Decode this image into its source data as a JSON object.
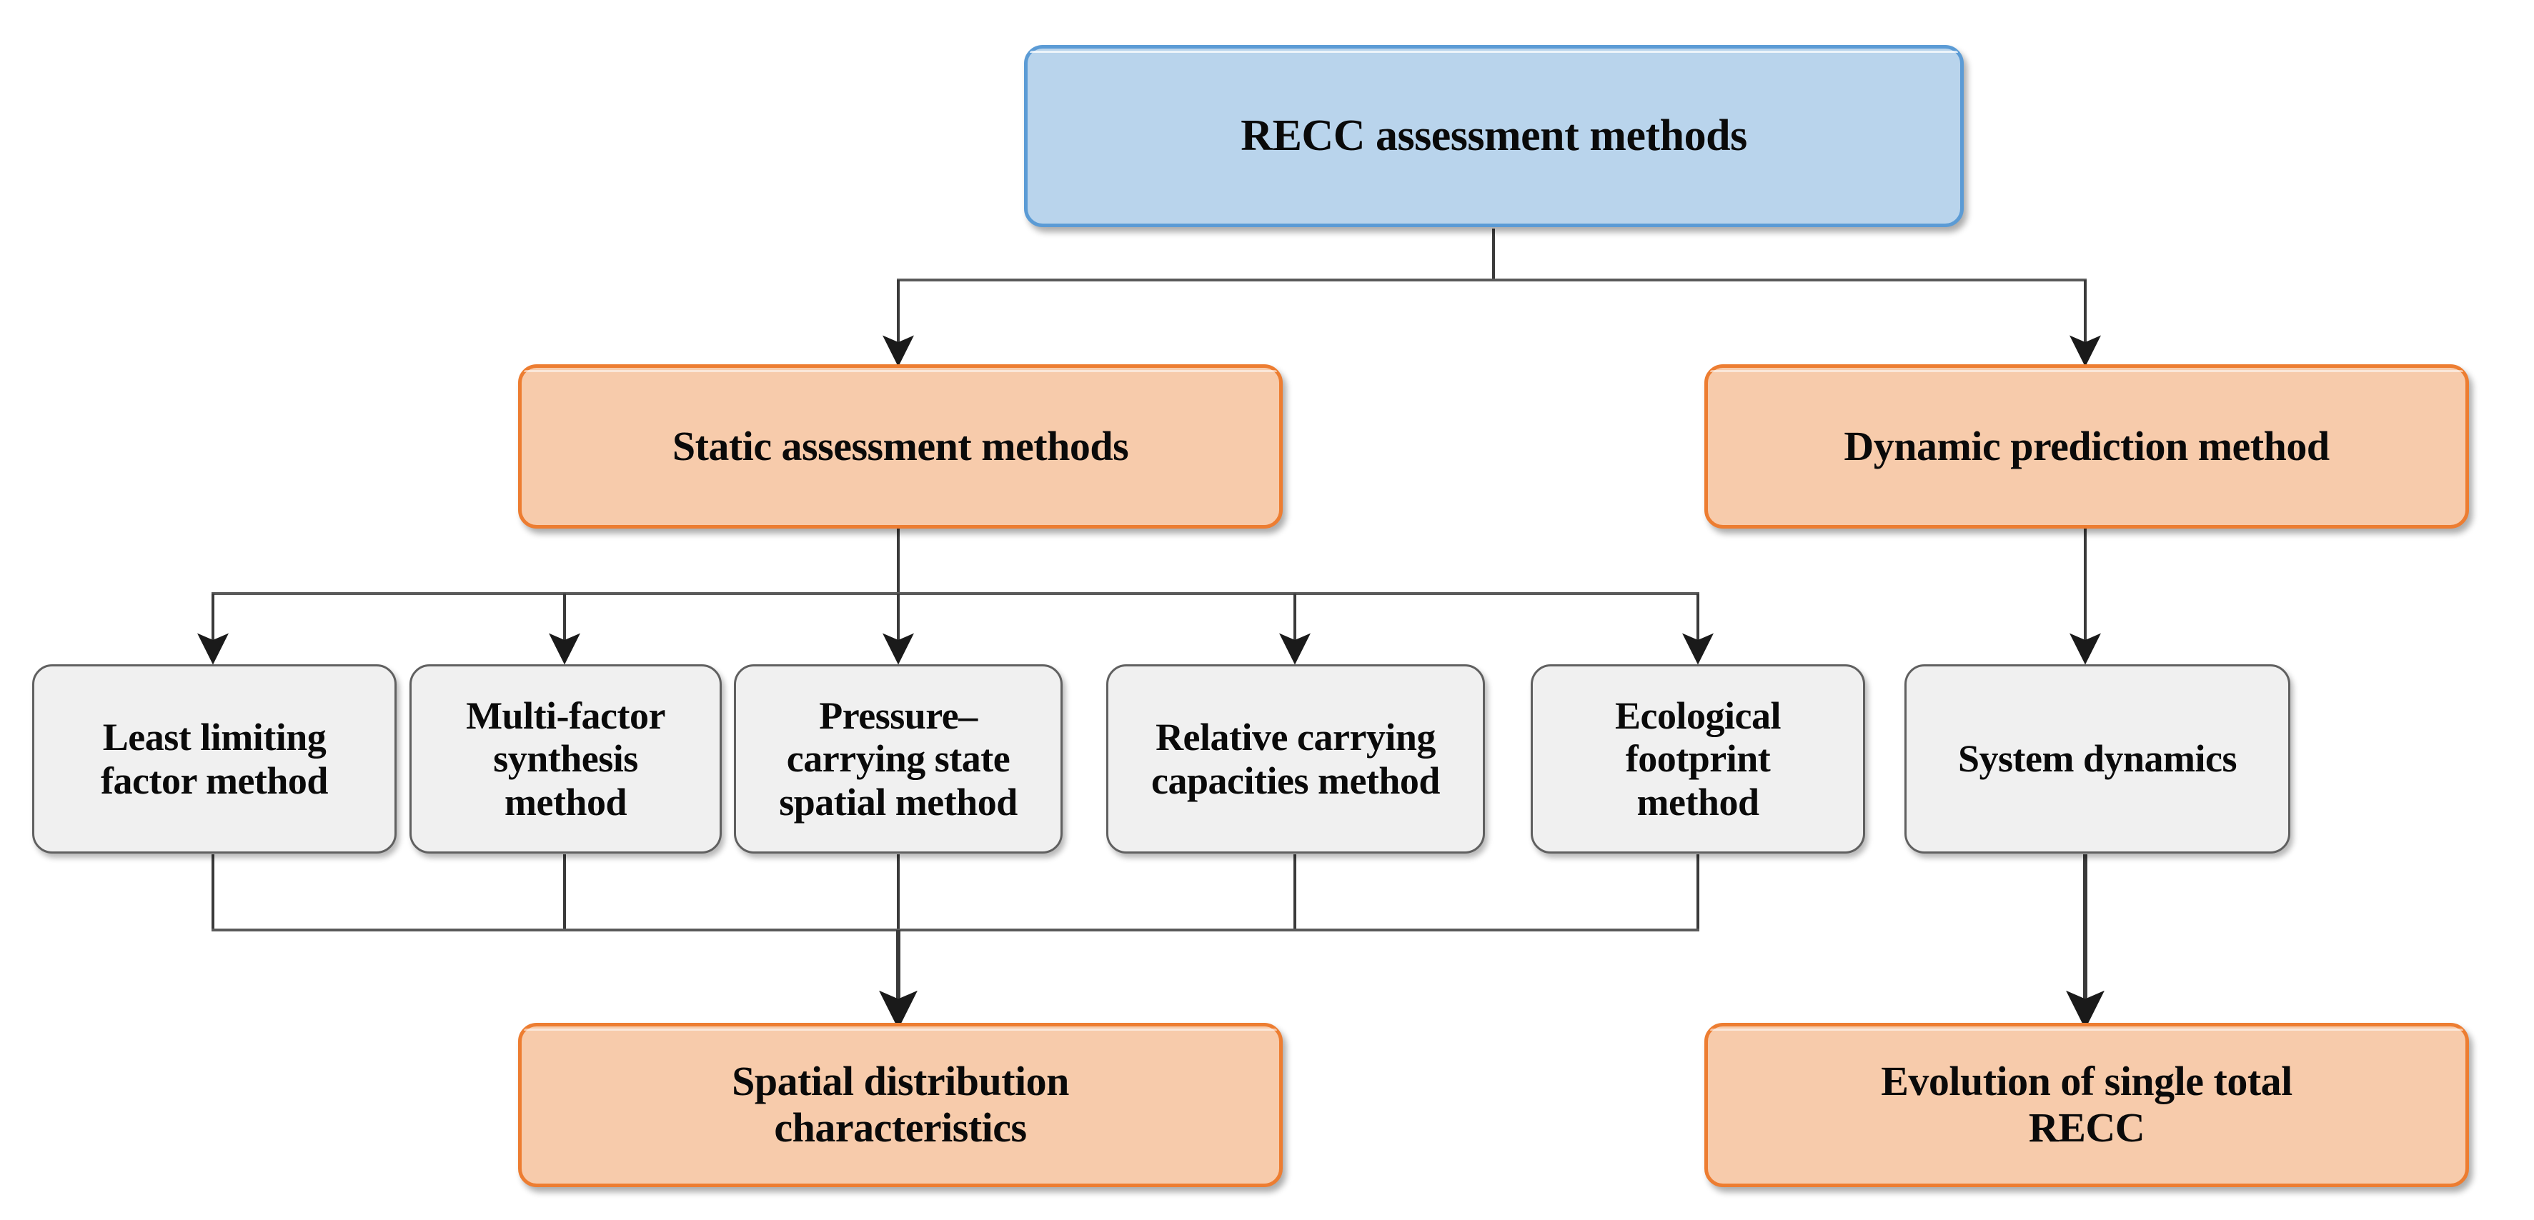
{
  "diagram": {
    "title": "RECC assessment methods",
    "type": "flowchart",
    "colors": {
      "root_fill": "#b9d4ec",
      "root_border": "#5b9bd5",
      "branch_fill": "#f7cbab",
      "branch_border": "#ed7d31",
      "leaf_fill": "#f0f0f0",
      "leaf_border": "#606060",
      "connector": "#404040",
      "text": "#0a0a0a",
      "background": "#ffffff"
    },
    "nodes": {
      "root": {
        "label": "RECC assessment methods"
      },
      "static_branch": {
        "label": "Static assessment methods"
      },
      "dynamic_branch": {
        "label": "Dynamic prediction method"
      },
      "static_methods": [
        {
          "id": "least-limiting-factor-method",
          "lines": [
            "Least limiting",
            "factor method"
          ]
        },
        {
          "id": "multi-factor-synthesis-method",
          "lines": [
            "Multi-factor",
            "synthesis",
            "method"
          ]
        },
        {
          "id": "pressure-carrying-state-spatial-method",
          "lines": [
            "Pressure–",
            "carrying state",
            "spatial method"
          ]
        },
        {
          "id": "relative-carrying-capacities-method",
          "lines": [
            "Relative carrying",
            "capacities method"
          ]
        },
        {
          "id": "ecological-footprint-method",
          "lines": [
            "Ecological",
            "footprint",
            "method"
          ]
        }
      ],
      "dynamic_methods": [
        {
          "id": "system-dynamics",
          "lines": [
            "System dynamics"
          ]
        }
      ],
      "static_outcome": {
        "lines": [
          "Spatial distribution",
          "characteristics"
        ]
      },
      "dynamic_outcome": {
        "lines": [
          "Evolution of single total",
          "RECC"
        ]
      }
    },
    "edges": [
      {
        "from": "root",
        "to": "static_branch"
      },
      {
        "from": "root",
        "to": "dynamic_branch"
      },
      {
        "from": "static_branch",
        "to": "least-limiting-factor-method"
      },
      {
        "from": "static_branch",
        "to": "multi-factor-synthesis-method"
      },
      {
        "from": "static_branch",
        "to": "pressure-carrying-state-spatial-method"
      },
      {
        "from": "static_branch",
        "to": "relative-carrying-capacities-method"
      },
      {
        "from": "static_branch",
        "to": "ecological-footprint-method"
      },
      {
        "from": "dynamic_branch",
        "to": "system-dynamics"
      },
      {
        "from": "least-limiting-factor-method",
        "to": "static_outcome"
      },
      {
        "from": "multi-factor-synthesis-method",
        "to": "static_outcome"
      },
      {
        "from": "pressure-carrying-state-spatial-method",
        "to": "static_outcome"
      },
      {
        "from": "relative-carrying-capacities-method",
        "to": "static_outcome"
      },
      {
        "from": "ecological-footprint-method",
        "to": "static_outcome"
      },
      {
        "from": "system-dynamics",
        "to": "dynamic_outcome"
      }
    ]
  }
}
